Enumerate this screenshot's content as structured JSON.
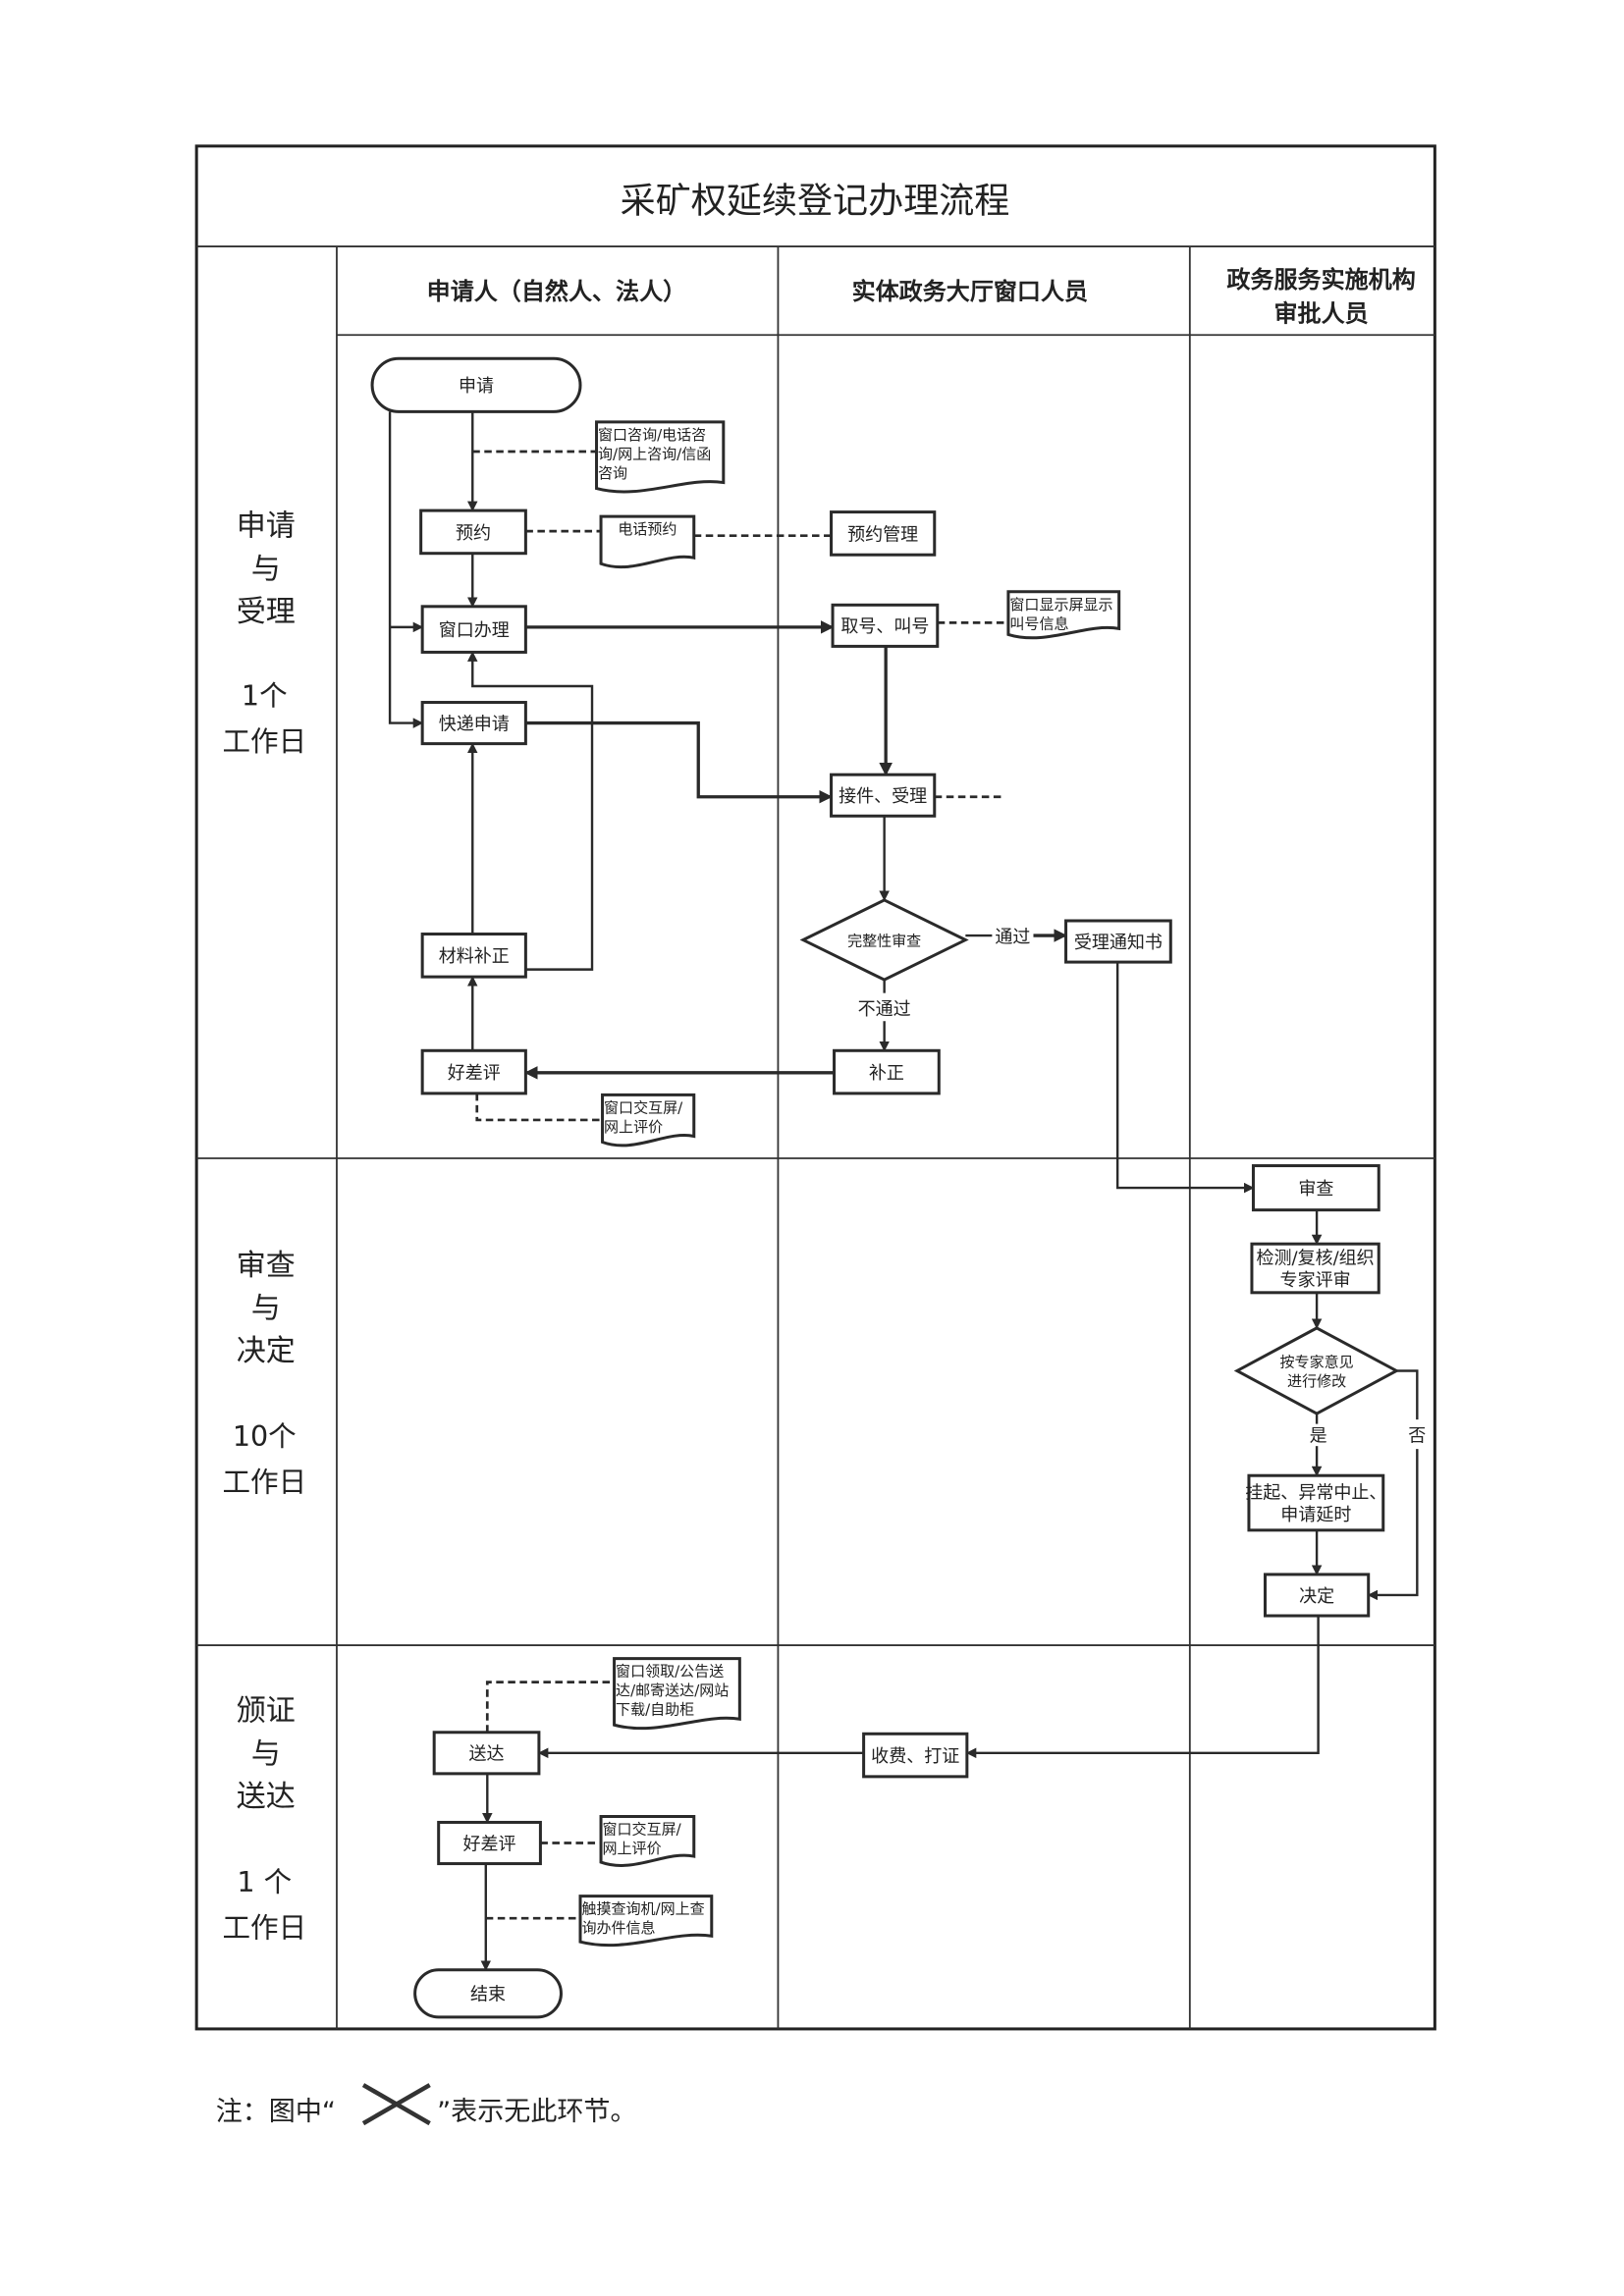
{
  "title": "采矿权延续登记办理流程",
  "lanes": [
    "申请人（自然人、法人）",
    "实体政务大厅窗口人员",
    "政务服务实施机构审批人员"
  ],
  "lane_3_lines": [
    "政务服务实施机构",
    "审批人员"
  ],
  "phases": [
    {
      "lines": [
        "申请",
        "与",
        "受理"
      ],
      "duration": [
        "1个",
        "工作日"
      ]
    },
    {
      "lines": [
        "审查",
        "与",
        "决定"
      ],
      "duration": [
        "10个",
        "工作日"
      ]
    },
    {
      "lines": [
        "颁证",
        "与",
        "送达"
      ],
      "duration": [
        "1 个",
        "工作日"
      ]
    }
  ],
  "nodes": {
    "apply": {
      "type": "terminal",
      "lines": [
        "申请"
      ]
    },
    "consult_doc": {
      "type": "document",
      "lines": [
        "窗口咨询/电话咨",
        "询/网上咨询/信函",
        "咨询"
      ]
    },
    "reserve": {
      "type": "process",
      "lines": [
        "预约"
      ]
    },
    "phone_reserve": {
      "type": "document",
      "lines": [
        "电话预约"
      ]
    },
    "reserve_mgmt": {
      "type": "process",
      "lines": [
        "预约管理"
      ]
    },
    "window": {
      "type": "process",
      "lines": [
        "窗口办理"
      ]
    },
    "queue": {
      "type": "process",
      "lines": [
        "取号、叫号"
      ]
    },
    "queue_doc": {
      "type": "document",
      "lines": [
        "窗口显示屏显示",
        "叫号信息"
      ]
    },
    "express": {
      "type": "process",
      "lines": [
        "快递申请"
      ]
    },
    "accept": {
      "type": "process",
      "lines": [
        "接件、受理"
      ]
    },
    "complete_check": {
      "type": "decision",
      "lines": [
        "完整性审查"
      ]
    },
    "accept_notice": {
      "type": "process",
      "lines": [
        "受理通知书"
      ]
    },
    "correct": {
      "type": "process",
      "lines": [
        "补正"
      ]
    },
    "material_fix": {
      "type": "process",
      "lines": [
        "材料补正"
      ]
    },
    "rating1": {
      "type": "process",
      "lines": [
        "好差评"
      ]
    },
    "rating1_doc": {
      "type": "document",
      "lines": [
        "窗口交互屏/",
        "网上评价"
      ]
    },
    "review": {
      "type": "process",
      "lines": [
        "审查"
      ]
    },
    "inspect": {
      "type": "process",
      "lines": [
        "检测/复核/组织",
        "专家评审"
      ]
    },
    "expert_mod": {
      "type": "decision",
      "lines": [
        "按专家意见",
        "进行修改"
      ]
    },
    "suspend": {
      "type": "process",
      "lines": [
        "挂起、异常中止、",
        "申请延时"
      ]
    },
    "decide": {
      "type": "process",
      "lines": [
        "决定"
      ]
    },
    "fee": {
      "type": "process",
      "lines": [
        "收费、打证"
      ]
    },
    "deliver": {
      "type": "process",
      "lines": [
        "送达"
      ]
    },
    "deliver_doc": {
      "type": "document",
      "lines": [
        "窗口领取/公告送",
        "达/邮寄送达/网站",
        "下载/自助柜"
      ]
    },
    "rating2": {
      "type": "process",
      "lines": [
        "好差评"
      ]
    },
    "rating2_doc": {
      "type": "document",
      "lines": [
        "窗口交互屏/",
        "网上评价"
      ]
    },
    "query_doc": {
      "type": "document",
      "lines": [
        "触摸查询机/网上查",
        "询办件信息"
      ]
    },
    "end": {
      "type": "terminal",
      "lines": [
        "结束"
      ]
    }
  },
  "edge_labels": {
    "pass": "通过",
    "fail": "不通过",
    "yes": "是",
    "no": "否"
  },
  "note": {
    "prefix": "注：图中“",
    "suffix": "”表示无此环节。",
    "symbol": "cross-icon"
  },
  "colors": {
    "line": "#2a2a2a",
    "text": "#222222"
  }
}
